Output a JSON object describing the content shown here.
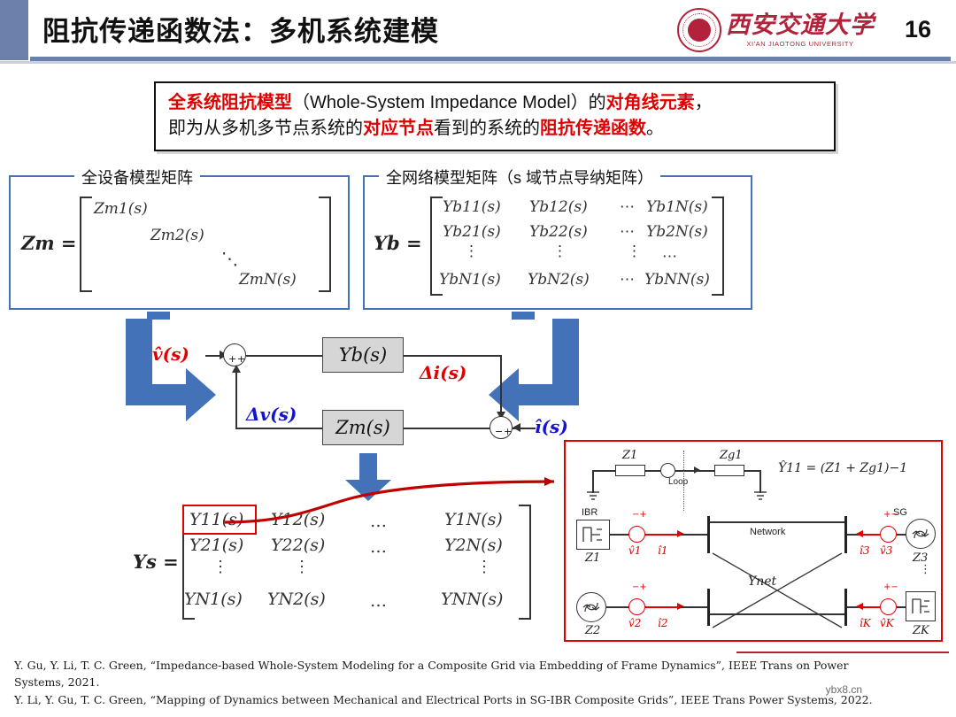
{
  "header": {
    "title": "阻抗传递函数法：多机系统建模",
    "page_number": "16",
    "logo_cn": "西安交通大学",
    "logo_en": "XI'AN JIAOTONG UNIVERSITY",
    "accent_color": "#6b80ab",
    "logo_color": "#b2223a"
  },
  "callout": {
    "line1_a": "全系统阻抗模型",
    "line1_b": "（Whole-System Impedance Model）的",
    "line1_c": "对角线元素",
    "line1_d": "，",
    "line2_a": "即为从多机多节点系统的",
    "line2_b": "对应节点",
    "line2_c": "看到的系统的",
    "line2_d": "阻抗传递函数",
    "line2_e": "。",
    "highlight_color": "#e00000"
  },
  "panel_zm": {
    "title": "全设备模型矩阵",
    "label": "Zm =",
    "entries": [
      "Zm1(s)",
      "Zm2(s)",
      "⋱",
      "ZmN(s)"
    ]
  },
  "panel_yb": {
    "title": "全网络模型矩阵（s 域节点导纳矩阵）",
    "label": "Yb =",
    "rows": [
      [
        "Yb11(s)",
        "Yb12(s)",
        "⋯",
        "Yb1N(s)"
      ],
      [
        "Yb21(s)",
        "Yb22(s)",
        "⋯",
        "Yb2N(s)"
      ],
      [
        "⋮",
        "⋮",
        "⋮",
        "⋯"
      ],
      [
        "YbN1(s)",
        "YbN2(s)",
        "⋯",
        "YbNN(s)"
      ]
    ]
  },
  "block_diagram": {
    "input_signal": "v̂(s)",
    "block_top": "Yb(s)",
    "block_bottom": "Zm(s)",
    "signal_di": "Δi(s)",
    "signal_dv": "Δv(s)",
    "output_signal": "î(s)",
    "sum1_sign_a": "+",
    "sum1_sign_b": "+",
    "sum2_sign_a": "−",
    "sum2_sign_b": "+",
    "red_color": "#e00000",
    "blue_color": "#1414d0",
    "arrow_color": "#4472b8"
  },
  "ys_matrix": {
    "label": "Ys =",
    "rows": [
      [
        "Y11(s)",
        "Y12(s)",
        "…",
        "Y1N(s)"
      ],
      [
        "Y21(s)",
        "Y22(s)",
        "…",
        "Y2N(s)"
      ],
      [
        "⋮",
        "⋮",
        "",
        "⋮"
      ],
      [
        "YN1(s)",
        "YN2(s)",
        "…",
        "YNN(s)"
      ]
    ],
    "highlighted_cell": "Y11(s)",
    "highlight_color": "#e00000"
  },
  "network_diagram": {
    "border_color": "#e00000",
    "loop_label": "Loop",
    "z1_label": "Z1",
    "zg1_label": "Zg1",
    "formula": "Ŷ11 = (Z1 + Zg1)−1",
    "ibr_label": "IBR",
    "sg_label": "SG",
    "network_label": "Network",
    "ynet_label": "Ynet",
    "nodes": [
      {
        "impedance": "Z1",
        "voltage": "v̂1",
        "current": "î1",
        "device": "IBR"
      },
      {
        "impedance": "Z2",
        "voltage": "v̂2",
        "current": "î2",
        "device": "SG"
      },
      {
        "impedance": "Z3",
        "voltage": "v̂3",
        "current": "î3",
        "device": "SG"
      },
      {
        "impedance": "ZK",
        "voltage": "v̂K",
        "current": "îK",
        "device": "IBR"
      }
    ]
  },
  "references": {
    "ref1_line1": "Y. Gu, Y. Li, T. C. Green, “Impedance-based Whole-System Modeling for a Composite Grid via Embedding of Frame Dynamics”, IEEE Trans on Power",
    "ref1_line2": "Systems, 2021.",
    "ref2": "Y. Li, Y. Gu, T. C. Green, “Mapping of Dynamics between Mechanical and Electrical Ports in SG-IBR Composite Grids”, IEEE Trans Power Systems, 2022.",
    "watermark": "ybx8.cn"
  }
}
